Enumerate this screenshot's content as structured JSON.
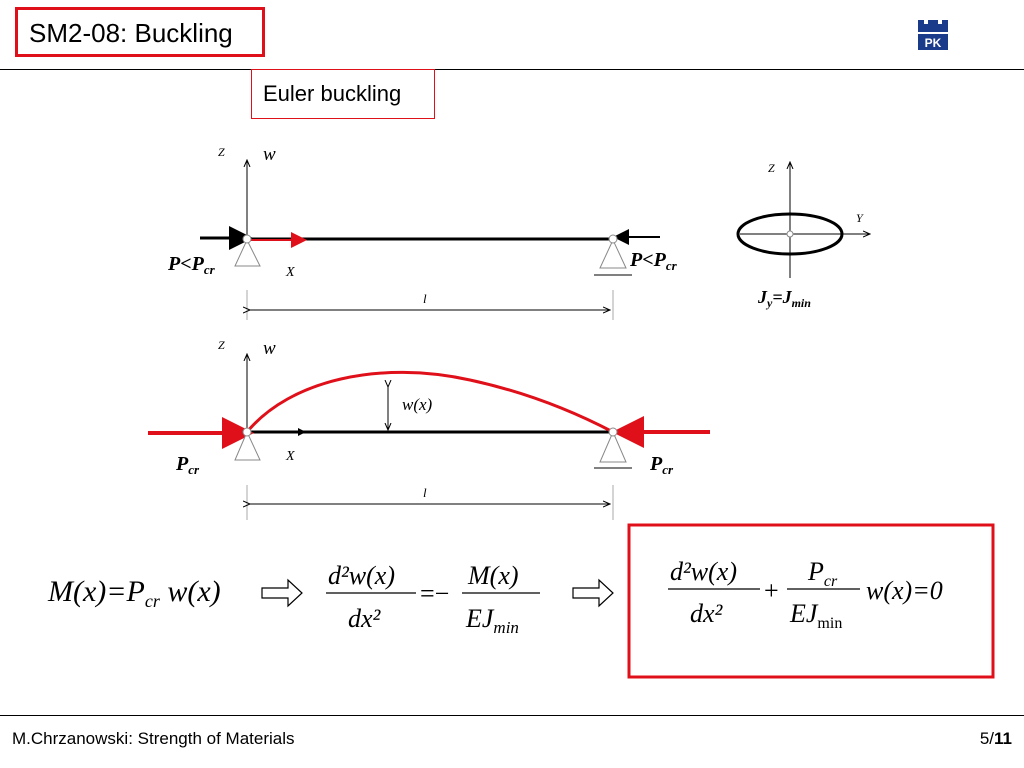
{
  "header": {
    "title": "SM2-08: Buckling",
    "logo_text": "PK"
  },
  "section": {
    "title": "Euler buckling"
  },
  "diagram_top": {
    "axis_z": "Z",
    "axis_w": "w",
    "axis_x": "X",
    "load_left": "P<P",
    "load_left_sub": "cr",
    "load_right": "P<P",
    "load_right_sub": "cr",
    "length": "l"
  },
  "cross_section": {
    "axis_z": "Z",
    "axis_y": "Y",
    "moment_label": "J",
    "moment_sub": "y",
    "equals": "=",
    "moment_value": "J",
    "moment_value_sub": "min"
  },
  "diagram_bottom": {
    "axis_z": "Z",
    "axis_w": "w",
    "axis_x": "X",
    "deflection": "w(x)",
    "load_left": "P",
    "load_left_sub": "cr",
    "load_right": "P",
    "load_right_sub": "cr",
    "length": "l"
  },
  "equations": {
    "eq1": "M(x)=P",
    "eq1_sub": "cr",
    "eq1_tail": " w(x)",
    "eq2_num": "d²w(x)",
    "eq2_den": "dx²",
    "eq2_rhs_num": "M(x)",
    "eq2_rhs_den": "EJ",
    "eq2_rhs_den_sub": "min",
    "eq2_sign": "=−",
    "eq3_num": "d²w(x)",
    "eq3_den": "dx²",
    "eq3_plus": "+",
    "eq3_frac_num": "P",
    "eq3_frac_num_sub": "cr",
    "eq3_frac_den": "EJ",
    "eq3_frac_den_sub": "min",
    "eq3_tail": "w(x)=0"
  },
  "footer": {
    "left": "M.Chrzanowski: Strength of Materials",
    "page_current": "5/",
    "page_total": "11"
  },
  "colors": {
    "red": "#e0101a",
    "black": "#000000"
  }
}
